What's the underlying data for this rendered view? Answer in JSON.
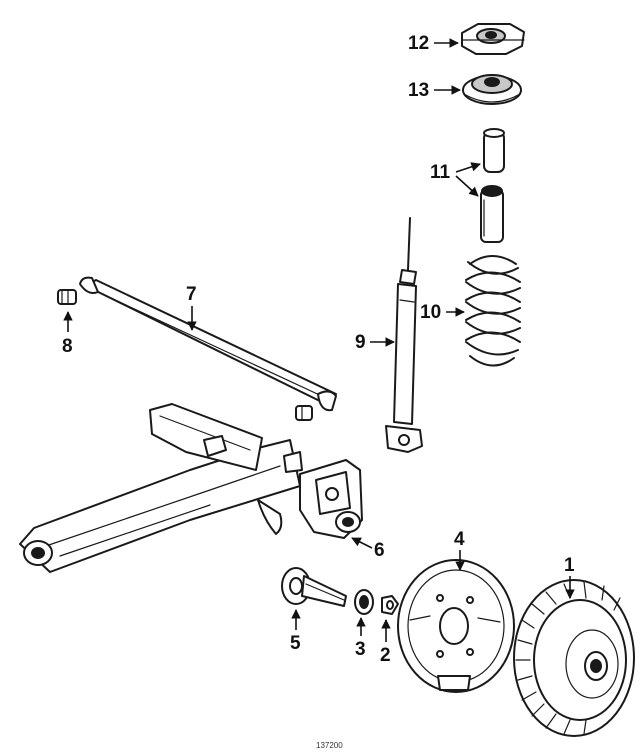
{
  "callouts": {
    "c1": "1",
    "c2": "2",
    "c3": "3",
    "c4": "4",
    "c5": "5",
    "c6": "6",
    "c7": "7",
    "c8": "8",
    "c9": "9",
    "c10": "10",
    "c11": "11",
    "c12": "12",
    "c13": "13"
  },
  "reference_number": "137200",
  "colors": {
    "ink": "#1a1a1a",
    "background": "#ffffff"
  }
}
